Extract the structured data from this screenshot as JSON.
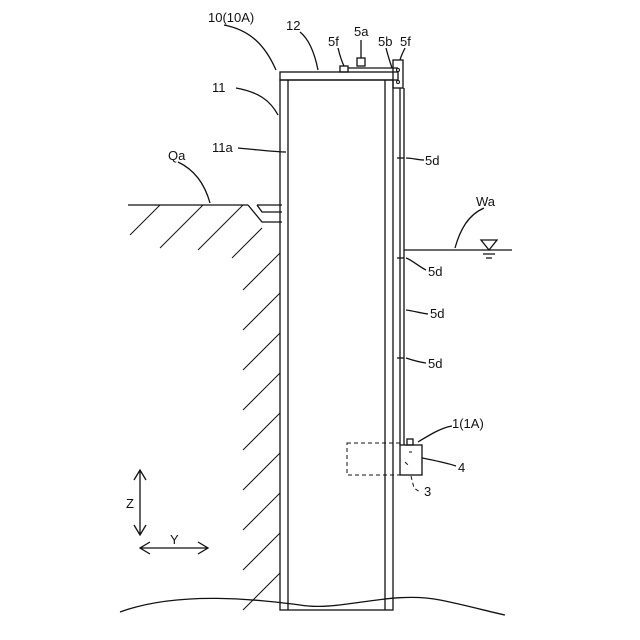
{
  "labels": {
    "structure": "10(10A)",
    "cap": "12",
    "wall": "11",
    "wall_face": "11a",
    "ground": "Qa",
    "water": "Wa",
    "top_left": "5f",
    "top_mid": "5a",
    "top_b": "5b",
    "top_right": "5f",
    "d1": "5d",
    "d2": "5d",
    "d3": "5d",
    "d4": "5d",
    "unit": "1(1A)",
    "unit_box": "4",
    "unit_inner": "3",
    "axis_z": "Z",
    "axis_y": "Y"
  }
}
